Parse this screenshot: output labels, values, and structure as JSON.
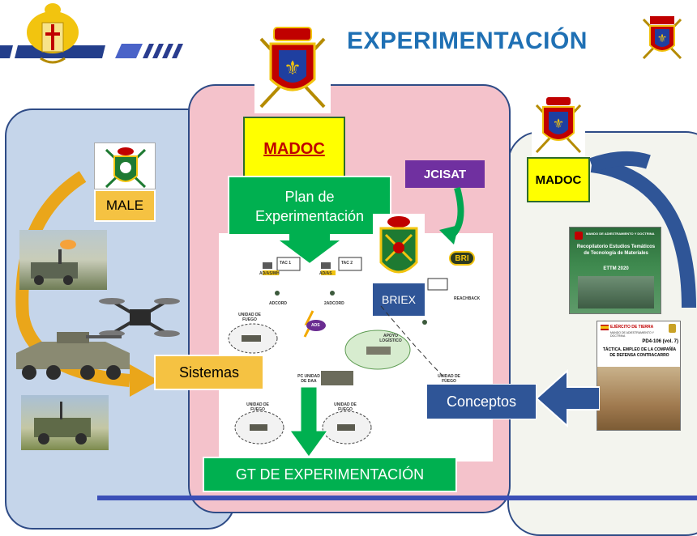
{
  "title": "EXPERIMENTACIÓN",
  "center": {
    "madoc": "MADOC",
    "plan": "Plan de Experimentación",
    "jcisat": "JCISAT",
    "briex": "BRIEX",
    "gt": "GT DE EXPERIMENTACIÓN"
  },
  "left": {
    "male": "MALE",
    "sistemas": "Sistemas"
  },
  "right": {
    "madoc": "MADOC",
    "conceptos": "Conceptos"
  },
  "doc1": {
    "header": "MANDO DE ADIESTRAMIENTO Y DOCTRINA",
    "title": "Recopilatorio Estudios Temáticos de Tecnología de Materiales",
    "subtitle": "ETTM 2020"
  },
  "doc2": {
    "org": "EJÉRCITO DE TIERRA",
    "org2": "MANDO DE ADIESTRAMIENTO Y DOCTRINA",
    "code": "PD4-106 (vol. 7)",
    "title": "TÁCTICA. EMPLEO DE LA COMPAÑÍA DE DEFENSA CONTRACARRO"
  },
  "scheme": {
    "tac1": "TAC 1",
    "tac2": "TAC 2",
    "adcord1": "ADCORD",
    "adcord2": "2ADCORD",
    "ads": "ADS",
    "bri": "BRI",
    "reachback": "REACHBACK",
    "unidad_fuego_1": "UNIDAD DE FUEGO",
    "unidad_fuego_2": "UNIDAD DE FUEGO",
    "unidad_fuego_3": "UNIDAD DE FUEGO",
    "unidad_fuego_4": "UNIDAD DE FUEGO",
    "apoyo": "APOYO LOGÍSTICO",
    "pc": "PC UNIDAD DE DAA",
    "dl1": "AD/AS/MH",
    "dl2": "AD/AS"
  },
  "colors": {
    "left_panel": "#c5d5ea",
    "center_panel": "#f4c2cb",
    "right_panel": "#f3f4ee",
    "title": "#1f70b4",
    "green": "#00b050",
    "yellow": "#ffff00",
    "blue": "#2f5597",
    "purple": "#7030a0"
  }
}
